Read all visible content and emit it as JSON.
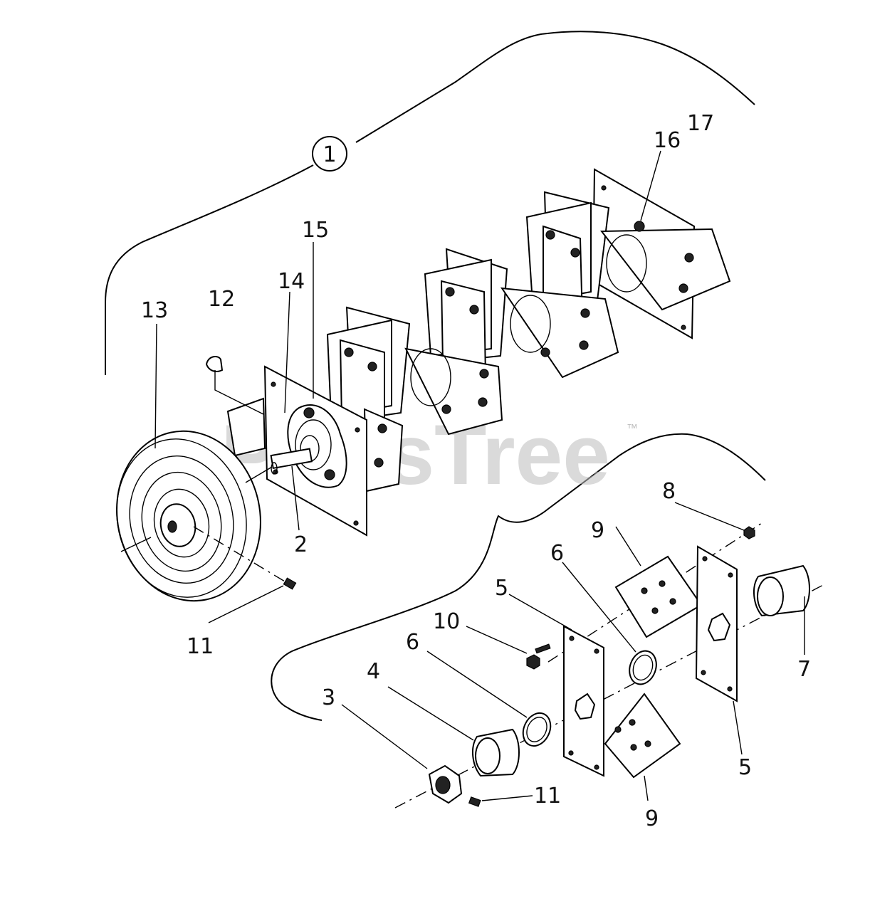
{
  "watermark": {
    "text": "PartsTree",
    "trademark": "™"
  },
  "callouts": {
    "assembly": "1",
    "c2": "2",
    "c3": "3",
    "c4": "4",
    "c5a": "5",
    "c5b": "5",
    "c6a": "6",
    "c6b": "6",
    "c7": "7",
    "c8": "8",
    "c9a": "9",
    "c9b": "9",
    "c10": "10",
    "c11a": "11",
    "c11b": "11",
    "c12": "12",
    "c13": "13",
    "c14": "14",
    "c15": "15",
    "c16": "16",
    "c17": "17"
  }
}
